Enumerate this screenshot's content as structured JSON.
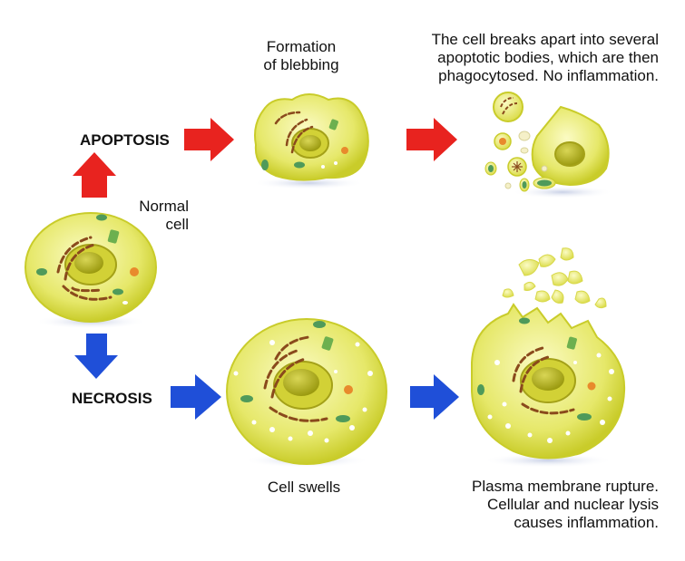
{
  "labels": {
    "apoptosis": "APOPTOSIS",
    "necrosis": "NECROSIS",
    "normal_cell": [
      "Normal",
      "cell"
    ],
    "blebbing": [
      "Formation",
      "of blebbing"
    ],
    "apoptotic_bodies": [
      "The cell breaks apart into several",
      "apoptotic bodies, which are then",
      "phagocytosed.  No inflammation."
    ],
    "cell_swells": "Cell swells",
    "rupture": [
      "Plasma membrane rupture.",
      "Cellular and nuclear lysis",
      "causes inflammation."
    ]
  },
  "colors": {
    "apoptosis_arrow": "#e8231f",
    "necrosis_arrow": "#1f4fd8",
    "cytoplasm": "#e6e86a",
    "membrane": "#c9cc2a",
    "nucleus": "#b5b41e",
    "nucleolus": "#8f8a12",
    "golgi": "#8a4a1c",
    "mitochondria": "#4f9a5a",
    "lysosome": "#e88a2c"
  }
}
